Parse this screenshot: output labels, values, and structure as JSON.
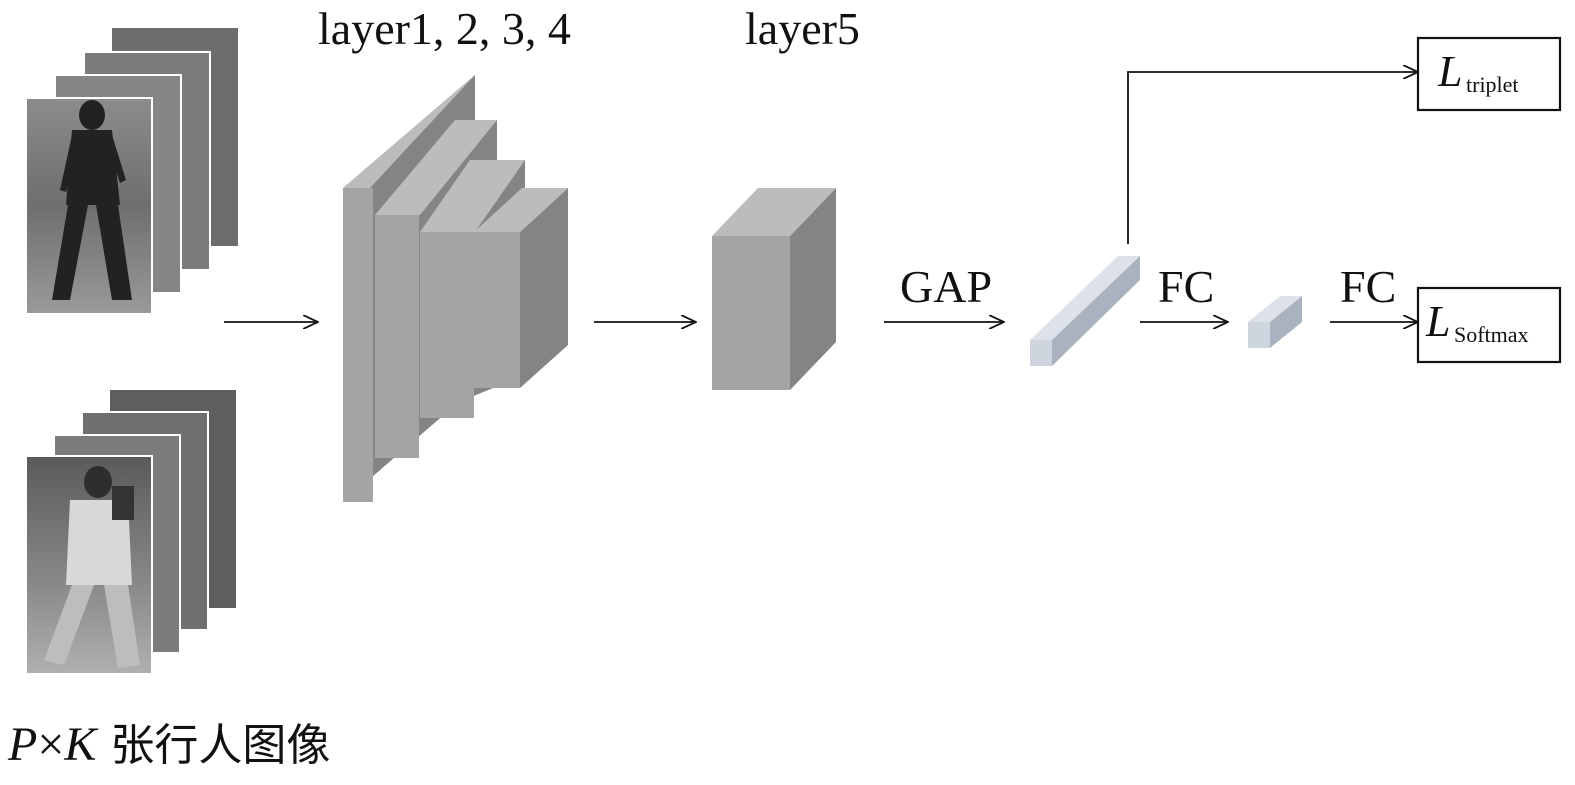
{
  "labels": {
    "stage1": "layer1, 2, 3, 4",
    "stage2": "layer5",
    "gap": "GAP",
    "fc1": "FC",
    "fc2": "FC"
  },
  "losses": {
    "triplet": {
      "main": "L",
      "sub": "triplet"
    },
    "softmax": {
      "main": "L",
      "sub": "Softmax"
    }
  },
  "caption": {
    "p": "P",
    "times": "×",
    "k": "K",
    "text": " 张行人图像"
  },
  "colors": {
    "block_front": "#a6a3a5",
    "block_side": "#858386",
    "block_top": "#bdbbbd",
    "feature_front": "#cfd5df",
    "feature_side": "#aab2bf",
    "arrow": "#111111"
  }
}
